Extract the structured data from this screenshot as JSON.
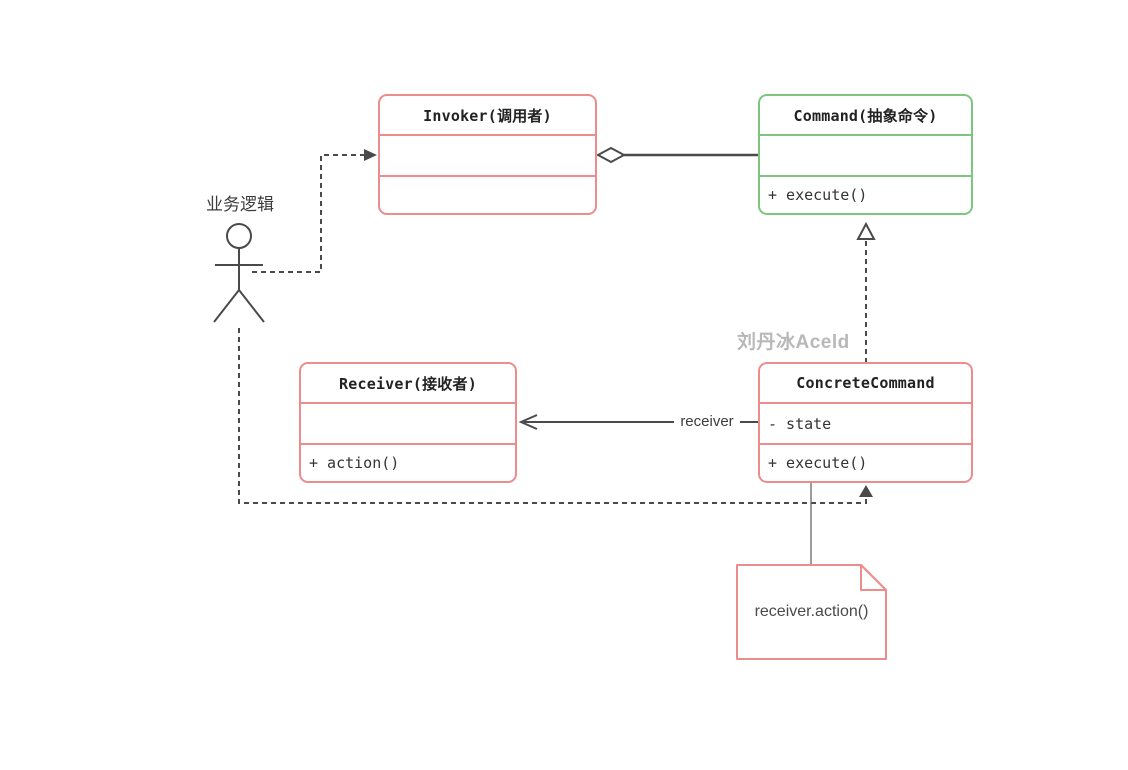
{
  "diagram_type": "uml-class-diagram",
  "actor": {
    "label": "业务逻辑"
  },
  "watermark": {
    "text": "刘丹冰Aceld"
  },
  "classes": {
    "invoker": {
      "name": "Invoker(调用者)",
      "attributes": [],
      "methods": []
    },
    "command": {
      "name": "Command(抽象命令)",
      "attributes": [],
      "methods": [
        "+ execute()"
      ],
      "method": "+ execute()"
    },
    "receiver": {
      "name": "Receiver(接收者)",
      "attributes": [],
      "methods": [
        "+ action()"
      ],
      "method": "+ action()"
    },
    "concrete": {
      "name": "ConcreteCommand",
      "attributes": [
        "- state"
      ],
      "attribute": "- state",
      "methods": [
        "+ execute()"
      ],
      "method": "+ execute()"
    }
  },
  "note": {
    "text": "receiver.action()"
  },
  "edges": {
    "receiver_label": "receiver",
    "relations": [
      {
        "from": "actor",
        "to": "invoker",
        "style": "dashed-arrow"
      },
      {
        "from": "invoker",
        "to": "command",
        "style": "aggregation-diamond"
      },
      {
        "from": "concrete",
        "to": "command",
        "style": "dashed-realization-triangle"
      },
      {
        "from": "concrete",
        "to": "receiver",
        "style": "solid-arrow",
        "label": "receiver"
      },
      {
        "from": "actor",
        "to": "concrete",
        "style": "dashed-arrow"
      },
      {
        "from": "concrete",
        "to": "note",
        "style": "plain-line"
      }
    ]
  },
  "colors": {
    "class_red": "#ec8c8c",
    "class_green": "#7dc580",
    "connector": "#4a4a4a",
    "watermark": "#b8b8b8"
  }
}
